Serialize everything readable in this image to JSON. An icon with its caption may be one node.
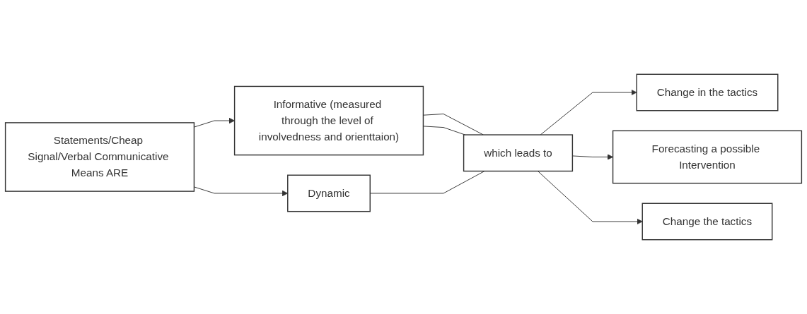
{
  "diagram": {
    "nodes": [
      {
        "text": [
          "Statements/Cheap Signal/Verbal Communicative Means ARE"
        ]
      },
      {
        "text": [
          "Informative (measured through the level of involvedness and orienttaion)"
        ]
      },
      {
        "text": [
          "Dynamic"
        ]
      },
      {
        "text": [
          "which leads to"
        ]
      },
      {
        "text": [
          "Change in the tactics"
        ]
      },
      {
        "text": [
          "Forecasting a possible Intervention"
        ]
      },
      {
        "text": [
          "Change the tactics"
        ]
      }
    ],
    "edges": [
      {
        "from": 0,
        "to": 1,
        "arrow": "to"
      },
      {
        "from": 0,
        "to": 2,
        "arrow": "to"
      },
      {
        "from": 1,
        "to": 3,
        "arrow": "none"
      },
      {
        "from": 1,
        "to": 3,
        "arrow": "none"
      },
      {
        "from": 2,
        "to": 3,
        "arrow": "none"
      },
      {
        "from": 3,
        "to": 4,
        "arrow": "to"
      },
      {
        "from": 3,
        "to": 5,
        "arrow": "to"
      },
      {
        "from": 3,
        "to": 6,
        "arrow": "to"
      }
    ]
  }
}
